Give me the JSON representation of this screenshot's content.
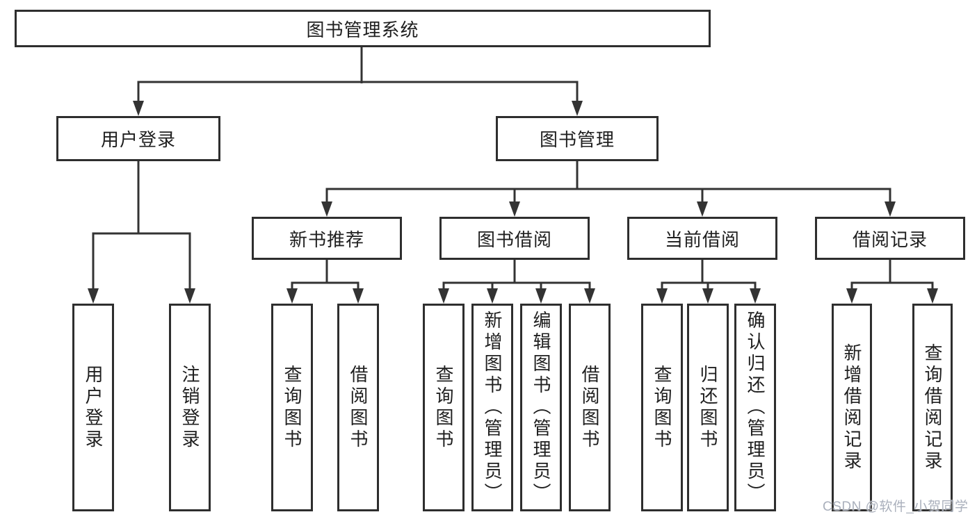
{
  "diagram": {
    "root": {
      "label": "图书管理系统"
    },
    "level2": [
      {
        "label": "用户登录"
      },
      {
        "label": "图书管理"
      }
    ],
    "level3": [
      {
        "label": "新书推荐"
      },
      {
        "label": "图书借阅"
      },
      {
        "label": "当前借阅"
      },
      {
        "label": "借阅记录"
      }
    ],
    "leaves": [
      {
        "label": "用户登录",
        "parent": "用户登录"
      },
      {
        "label": "注销登录",
        "parent": "用户登录"
      },
      {
        "label": "查询图书",
        "parent": "新书推荐"
      },
      {
        "label": "借阅图书",
        "parent": "新书推荐"
      },
      {
        "label": "查询图书",
        "parent": "图书借阅"
      },
      {
        "label": "新增图书（管理员）",
        "parent": "图书借阅"
      },
      {
        "label": "编辑图书（管理员）",
        "parent": "图书借阅"
      },
      {
        "label": "借阅图书",
        "parent": "图书借阅"
      },
      {
        "label": "查询图书",
        "parent": "当前借阅"
      },
      {
        "label": "归还图书",
        "parent": "当前借阅"
      },
      {
        "label": "确认归还（管理员）",
        "parent": "当前借阅"
      },
      {
        "label": "新增借阅记录",
        "parent": "借阅记录"
      },
      {
        "label": "查询借阅记录",
        "parent": "借阅记录"
      }
    ],
    "watermark": "CSDN @软件_小贺同学",
    "colors": {
      "line": "#333333",
      "border": "#2e2e2e",
      "text": "#1f1f1f",
      "watermark": "#aab0bc",
      "background": "#ffffff"
    }
  }
}
